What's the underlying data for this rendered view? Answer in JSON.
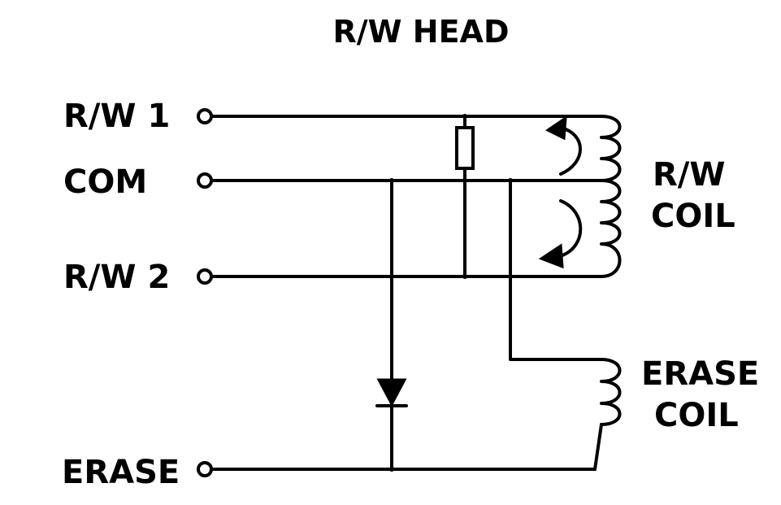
{
  "title": "R/W HEAD",
  "terminals": {
    "rw1": "R/W 1",
    "com": "COM",
    "rw2": "R/W 2",
    "erase": "ERASE"
  },
  "coils": {
    "rw_line1": "R/W",
    "rw_line2": "COIL",
    "erase_line1": "ERASE",
    "erase_line2": "COIL"
  },
  "colors": {
    "ink": "#000000",
    "background": "#ffffff"
  }
}
